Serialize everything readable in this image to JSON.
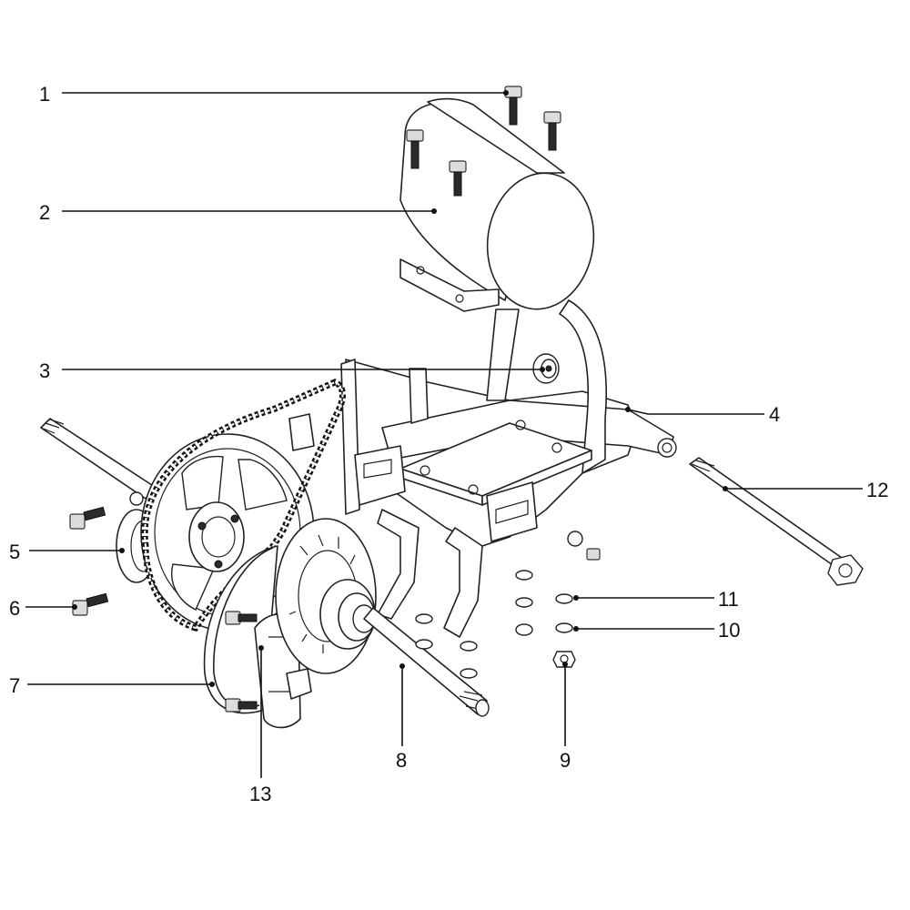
{
  "callouts": [
    {
      "id": "1",
      "label": "1"
    },
    {
      "id": "2",
      "label": "2"
    },
    {
      "id": "3",
      "label": "3"
    },
    {
      "id": "4",
      "label": "4"
    },
    {
      "id": "5",
      "label": "5"
    },
    {
      "id": "6",
      "label": "6"
    },
    {
      "id": "7",
      "label": "7"
    },
    {
      "id": "8",
      "label": "8"
    },
    {
      "id": "9",
      "label": "9"
    },
    {
      "id": "10",
      "label": "10"
    },
    {
      "id": "11",
      "label": "11"
    },
    {
      "id": "12",
      "label": "12"
    },
    {
      "id": "13",
      "label": "13"
    }
  ],
  "colors": {
    "line": "#111111",
    "background": "#ffffff"
  }
}
